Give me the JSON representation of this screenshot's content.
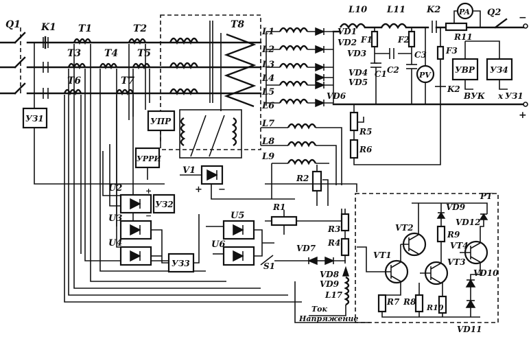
{
  "labels": {
    "q1": "Q1",
    "k1": "K1",
    "t1": "T1",
    "t2": "T2",
    "t3": "T3",
    "t4": "T4",
    "t5": "T5",
    "t6": "T6",
    "t7": "T7",
    "t8": "T8",
    "uz1_left": "УЗ1",
    "upr": "УПР",
    "urri": "УРРИ",
    "u2": "U2",
    "u3": "U3",
    "u4": "U4",
    "u5": "U5",
    "u6": "U6",
    "v1": "V1",
    "uz2": "УЗ2",
    "uz3": "УЗ3",
    "l1": "L1",
    "l2": "L2",
    "l3": "L3",
    "l4": "L4",
    "l5": "L5",
    "l6": "L6",
    "l7": "L7",
    "l8": "L8",
    "l9": "L9",
    "l10": "L10",
    "l11": "L11",
    "vd1": "VD1",
    "vd2": "VD2",
    "vd3": "VD3",
    "vd4": "VD4",
    "vd5": "VD5",
    "vd6": "VD6",
    "vd7": "VD7",
    "vd8": "VD8",
    "vd9": "VD9",
    "vd9b": "VD9",
    "vd10": "VD10",
    "vd11": "VD11",
    "vd12": "VD12",
    "f1": "F1",
    "f2": "F2",
    "f3": "F3",
    "c1": "C1",
    "c2": "C2",
    "c3": "C3",
    "k2": "K2",
    "k2b": "K2",
    "pa": "PA",
    "q2": "Q2",
    "r11": "R11",
    "pv": "PV",
    "uvr": "УВР",
    "uz4": "УЗ4",
    "vuk": "ВУК",
    "uz1_right": "УЗ1",
    "r1": "R1",
    "r2": "R2",
    "r3": "R3",
    "r4": "R4",
    "r5": "R5",
    "r6": "R6",
    "r7": "R7",
    "r8": "R8",
    "r9": "R9",
    "r10": "R10",
    "vt1": "VT1",
    "vt2": "VT2",
    "vt3": "VT3",
    "vt4": "VT4",
    "pt": "РТ",
    "s1": "S1",
    "l17": "L17",
    "tok": "Ток",
    "napryazhenie": "Напряжение",
    "minus": "−",
    "plus": "+",
    "plus_v1": "+",
    "minus_v1": "−",
    "x_uz1": "x",
    "plus_u2": "+",
    "minus_u2": "−"
  }
}
